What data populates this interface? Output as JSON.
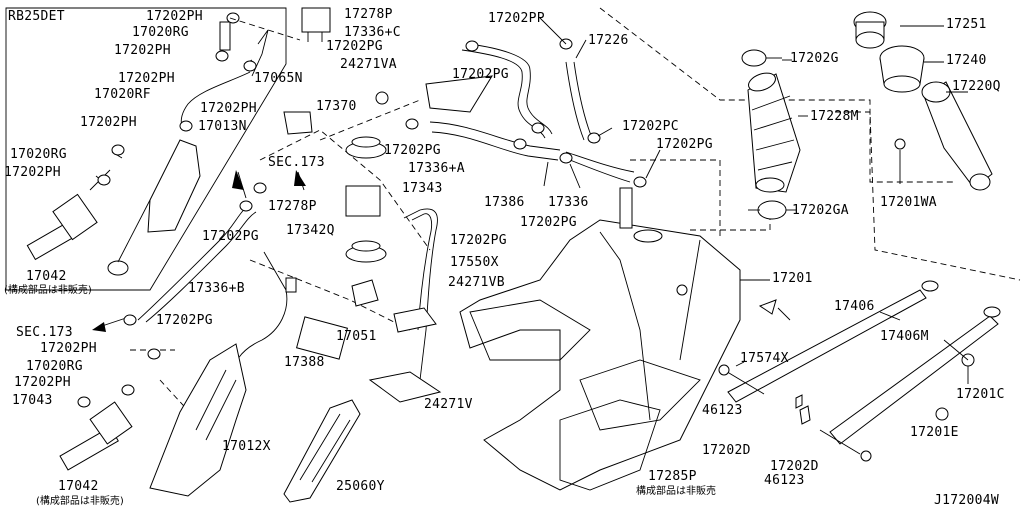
{
  "header": {
    "engine_label": "RB25DET"
  },
  "footer": {
    "diagram_id": "J172004W"
  },
  "notes": {
    "not_sold_separately": "(構成部品は非販売)",
    "not_sold_separately_b": "構成部品は非販売",
    "not_sold_separately_c": "(構成部品は非販売)"
  },
  "labels": [
    {
      "id": "l01",
      "text": "17202PH"
    },
    {
      "id": "l02",
      "text": "17278P"
    },
    {
      "id": "l03",
      "text": "17020RG"
    },
    {
      "id": "l04",
      "text": "17202PH"
    },
    {
      "id": "l05",
      "text": "17202PH"
    },
    {
      "id": "l06",
      "text": "17065N"
    },
    {
      "id": "l07",
      "text": "17020RF"
    },
    {
      "id": "l08",
      "text": "17202PH"
    },
    {
      "id": "l09",
      "text": "17013N"
    },
    {
      "id": "l10",
      "text": "17202PH"
    },
    {
      "id": "l11",
      "text": "17020RG"
    },
    {
      "id": "l12",
      "text": "17202PH"
    },
    {
      "id": "l13",
      "text": "17042"
    },
    {
      "id": "l14",
      "text": "17336+C"
    },
    {
      "id": "l15",
      "text": "17202PG"
    },
    {
      "id": "l16",
      "text": "24271VA"
    },
    {
      "id": "l17",
      "text": "17370"
    },
    {
      "id": "l18",
      "text": "SEC.173"
    },
    {
      "id": "l19",
      "text": "17278P"
    },
    {
      "id": "l20",
      "text": "17342Q"
    },
    {
      "id": "l21",
      "text": "17202PG"
    },
    {
      "id": "l22",
      "text": "17336+B"
    },
    {
      "id": "l23",
      "text": "17202PG"
    },
    {
      "id": "l24",
      "text": "SEC.173"
    },
    {
      "id": "l25",
      "text": "17202PH"
    },
    {
      "id": "l26",
      "text": "17020RG"
    },
    {
      "id": "l27",
      "text": "17202PH"
    },
    {
      "id": "l28",
      "text": "17043"
    },
    {
      "id": "l29",
      "text": "17042"
    },
    {
      "id": "l30",
      "text": "17202PP"
    },
    {
      "id": "l31",
      "text": "17226"
    },
    {
      "id": "l32",
      "text": "17202PG"
    },
    {
      "id": "l33",
      "text": "17202PG"
    },
    {
      "id": "l34",
      "text": "17336+A"
    },
    {
      "id": "l35",
      "text": "17343"
    },
    {
      "id": "l36",
      "text": "17386"
    },
    {
      "id": "l37",
      "text": "17336"
    },
    {
      "id": "l38",
      "text": "17202PG"
    },
    {
      "id": "l39",
      "text": "17202PG"
    },
    {
      "id": "l40",
      "text": "17550X"
    },
    {
      "id": "l41",
      "text": "24271VB"
    },
    {
      "id": "l42",
      "text": "17051"
    },
    {
      "id": "l43",
      "text": "17388"
    },
    {
      "id": "l44",
      "text": "24271V"
    },
    {
      "id": "l45",
      "text": "17012X"
    },
    {
      "id": "l46",
      "text": "25060Y"
    },
    {
      "id": "l47",
      "text": "17202PC"
    },
    {
      "id": "l48",
      "text": "17202PG"
    },
    {
      "id": "l49",
      "text": "17202G"
    },
    {
      "id": "l50",
      "text": "17228M"
    },
    {
      "id": "l51",
      "text": "17202GA"
    },
    {
      "id": "l52",
      "text": "17251"
    },
    {
      "id": "l53",
      "text": "17240"
    },
    {
      "id": "l54",
      "text": "17220Q"
    },
    {
      "id": "l55",
      "text": "17201WA"
    },
    {
      "id": "l56",
      "text": "17201"
    },
    {
      "id": "l57",
      "text": "17406"
    },
    {
      "id": "l58",
      "text": "17406M"
    },
    {
      "id": "l59",
      "text": "17574X"
    },
    {
      "id": "l60",
      "text": "46123"
    },
    {
      "id": "l61",
      "text": "17201C"
    },
    {
      "id": "l62",
      "text": "17201E"
    },
    {
      "id": "l63",
      "text": "17202D"
    },
    {
      "id": "l64",
      "text": "17202D"
    },
    {
      "id": "l65",
      "text": "46123"
    },
    {
      "id": "l66",
      "text": "17285P"
    }
  ]
}
